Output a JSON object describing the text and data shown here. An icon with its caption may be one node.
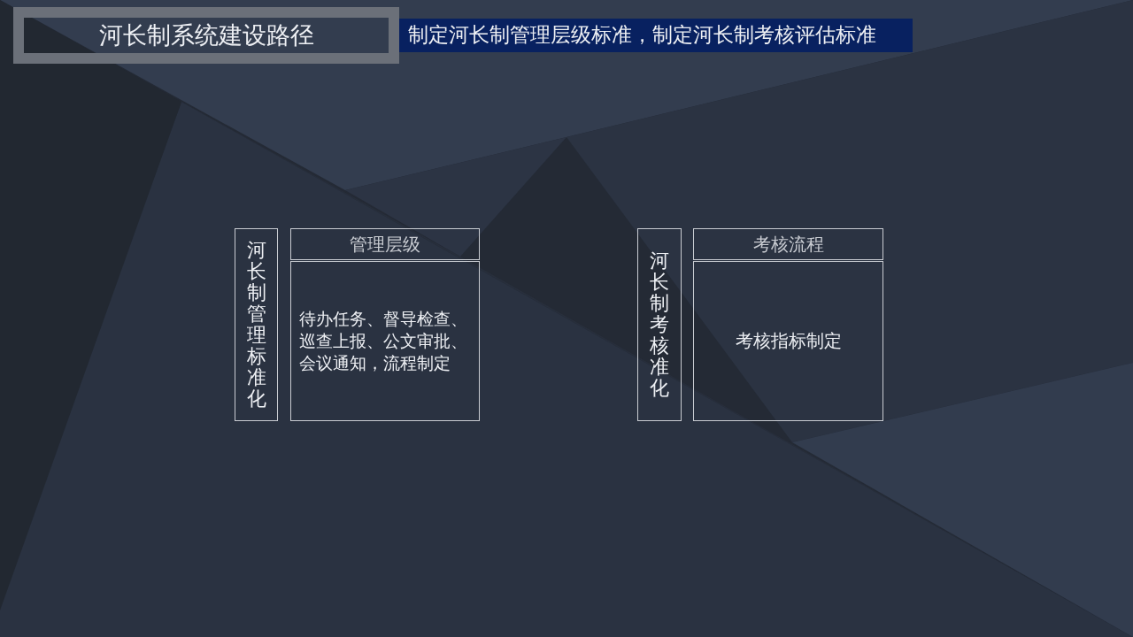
{
  "diagram": {
    "title": "河长制系统建设路径",
    "nodes": [
      {
        "text": [
          "河长制管理标准化"
        ]
      },
      {
        "text": [
          "管理层级"
        ]
      },
      {
        "text": [
          "待办任务、督导检查、巡查上报、公文审批、会议通知，流程制定"
        ]
      },
      {
        "text": [
          "河长制考核准化"
        ]
      },
      {
        "text": [
          "考核流程"
        ]
      },
      {
        "text": [
          "考核指标制定"
        ]
      }
    ],
    "labels": [
      "制定河长制管理层级标准，制定河长制考核评估标准"
    ]
  }
}
